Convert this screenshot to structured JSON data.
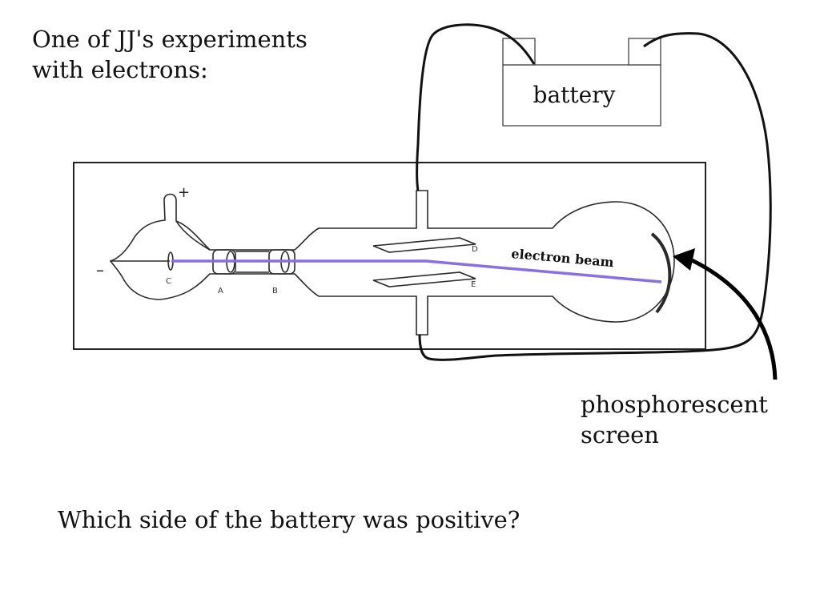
{
  "heading": {
    "line1": "One of JJ's experiments",
    "line2": "with electrons:"
  },
  "battery": {
    "label": "battery"
  },
  "tube": {
    "beam_label": "electron beam",
    "plus_sign": "+",
    "minus_sign": "–",
    "electrodes": {
      "c": "C",
      "a": "A",
      "b": "B",
      "d": "D",
      "e": "E"
    }
  },
  "screen_label": {
    "line1": "phosphorescent",
    "line2": "screen"
  },
  "question": "Which side of the battery was positive?",
  "colors": {
    "beam": "#8a6fe0",
    "ink": "#111111",
    "frame": "#222222"
  }
}
